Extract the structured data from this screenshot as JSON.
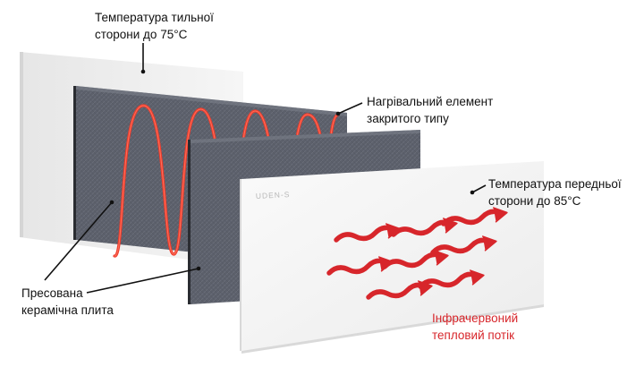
{
  "labels": {
    "back_temp": [
      "Температура тильної",
      "сторони до 75°С"
    ],
    "heating_element": [
      "Нагрівальний елемент",
      "закритого типу"
    ],
    "front_temp": [
      "Температура передньої",
      "сторони до 85°С"
    ],
    "ceramic_plate": [
      "Пресована",
      "керамічна плита"
    ],
    "infrared_flow": [
      "Інфрачервоний",
      "тепловий потік"
    ]
  },
  "brand_mark": "UDEN-S",
  "colors": {
    "back_panel": "#eeeeee",
    "ceramic_plate": "#5c606b",
    "heating_coil": "#ef3b2c",
    "front_panel": "#f7f7f7",
    "heat_arrows": "#d7262b",
    "label_text": "#111111",
    "accent_text": "#d7262b"
  },
  "icons": [
    "heat-wave-arrow-icon",
    "heating-coil-icon"
  ]
}
